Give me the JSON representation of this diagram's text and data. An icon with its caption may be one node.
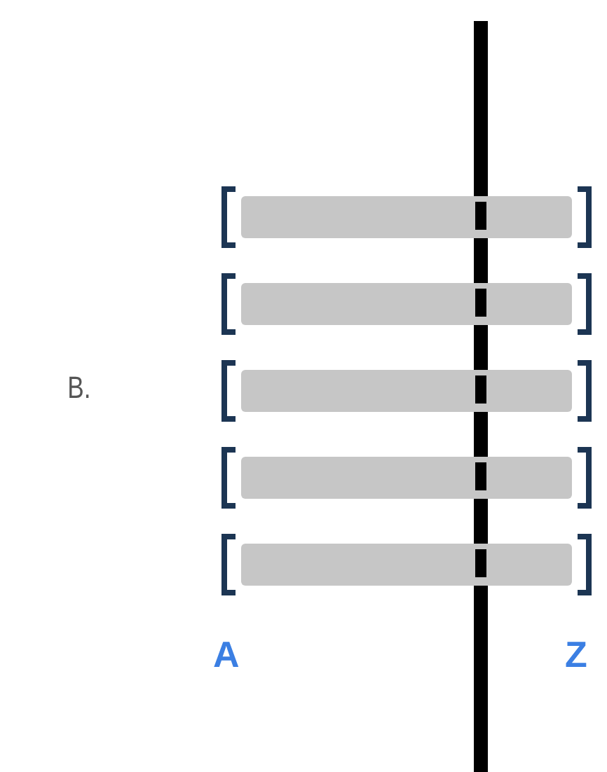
{
  "diagram": {
    "labels": [
      "B.",
      "A",
      "Z"
    ]
  }
}
